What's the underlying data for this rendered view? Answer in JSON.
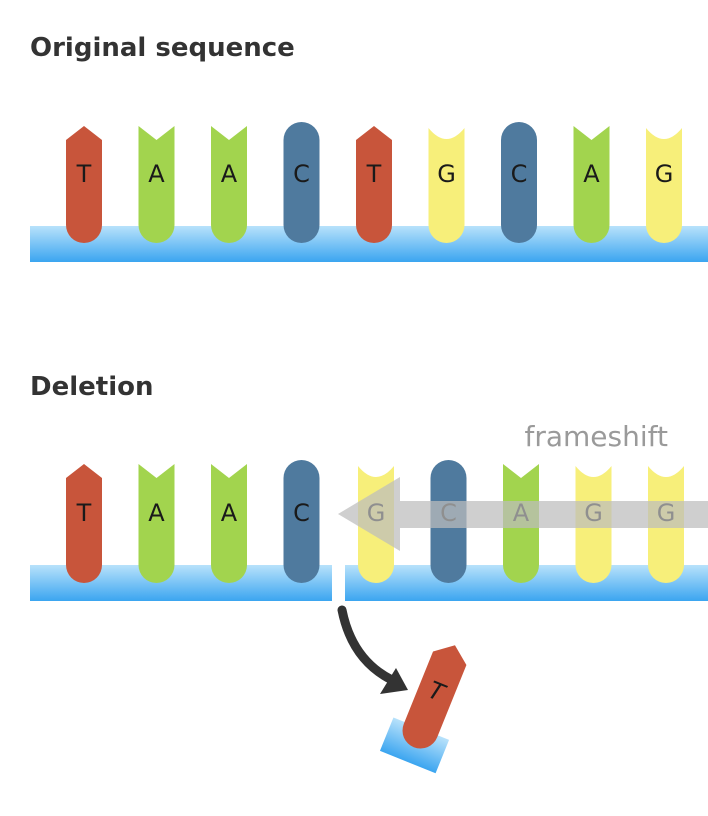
{
  "original": {
    "title": "Original sequence",
    "bases": [
      "T",
      "A",
      "A",
      "C",
      "T",
      "G",
      "C",
      "A",
      "G"
    ]
  },
  "deletion": {
    "title": "Deletion",
    "bases": [
      "T",
      "A",
      "A",
      "C",
      "G",
      "C",
      "A",
      "G",
      "G"
    ],
    "removed_base": "T",
    "shift_label": "frameshift"
  },
  "colors": {
    "T": "#c8553b",
    "A": "#a2d44e",
    "C": "#4f7a9e",
    "G": "#f7ef7a",
    "backbone_top": "#b8e2fb",
    "backbone_bottom": "#3ba5f0",
    "arrow": "#333333",
    "frameshift_arrow": "#bdbdbd"
  }
}
